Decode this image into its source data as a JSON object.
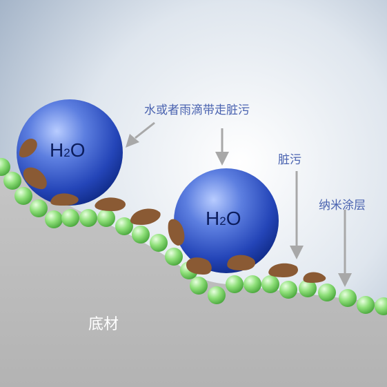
{
  "labels": {
    "water_carries_dirt": "水或者雨滴带走脏污",
    "dirt": "脏污",
    "nano_coating": "纳米涂层",
    "substrate": "底材"
  },
  "droplets": [
    {
      "name": "droplet-left",
      "formula_main": "H",
      "formula_sub": "2",
      "formula_end": "O"
    },
    {
      "name": "droplet-right",
      "formula_main": "H",
      "formula_sub": "2",
      "formula_end": "O"
    }
  ],
  "colors": {
    "background_center": "#ffffff",
    "background_edge": "#a4b4c8",
    "substrate": "#bfbfbf",
    "droplet_highlight": "#9fb6ff",
    "droplet_dark": "#0f2a86",
    "nano_bead": "#6fcf57",
    "dirt": "#8a5a34",
    "arrow": "#a8a8a8",
    "label": "#4a63b0"
  },
  "icons": {
    "arrow": "down-arrow-icon"
  }
}
